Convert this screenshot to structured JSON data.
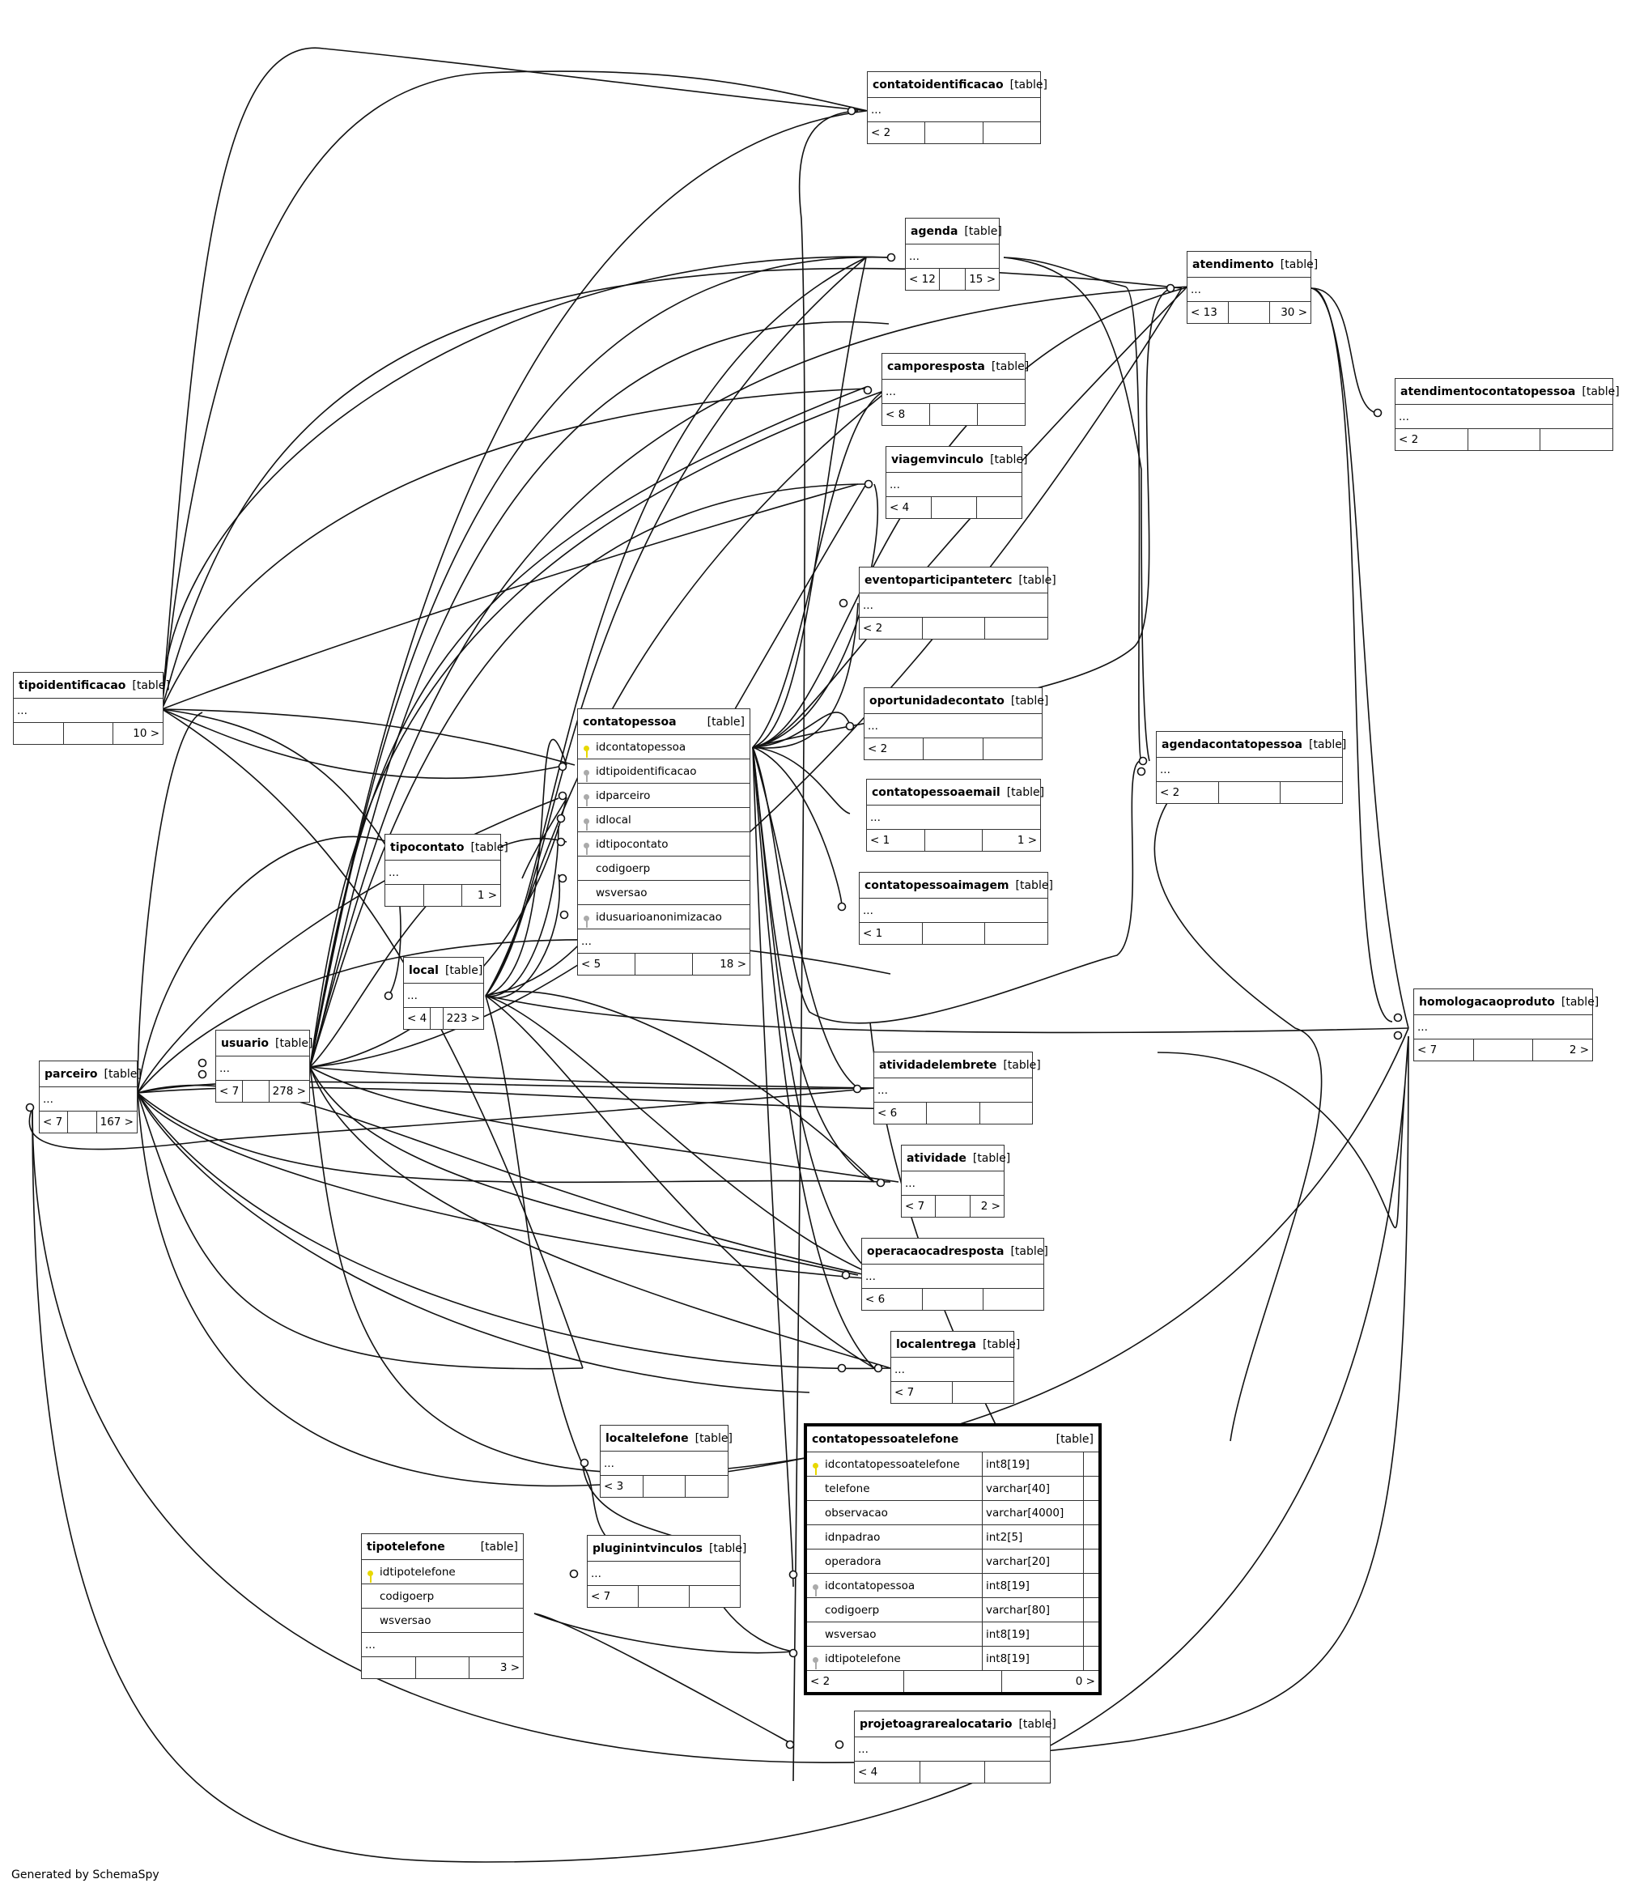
{
  "footer": "Generated by SchemaSpy",
  "tag": "[table]",
  "tables": {
    "contatoidentificacao": {
      "name": "contatoidentificacao",
      "ell": "...",
      "ft": [
        "< 2",
        "",
        ""
      ]
    },
    "agenda": {
      "name": "agenda",
      "ell": "...",
      "ft": [
        "< 12",
        "",
        "15 >"
      ]
    },
    "atendimento": {
      "name": "atendimento",
      "ell": "...",
      "ft": [
        "< 13",
        "",
        "30 >"
      ]
    },
    "camporesposta": {
      "name": "camporesposta",
      "ell": "...",
      "ft": [
        "< 8",
        "",
        ""
      ]
    },
    "viagemvinculo": {
      "name": "viagemvinculo",
      "ell": "...",
      "ft": [
        "< 4",
        "",
        ""
      ]
    },
    "atendimentocontatopessoa": {
      "name": "atendimentocontatopessoa",
      "ell": "...",
      "ft": [
        "< 2",
        "",
        ""
      ]
    },
    "eventoparticipanteterc": {
      "name": "eventoparticipanteterc",
      "ell": "...",
      "ft": [
        "< 2",
        "",
        ""
      ]
    },
    "tipoidentificacao": {
      "name": "tipoidentificacao",
      "ell": "...",
      "ft": [
        "",
        "",
        "10 >"
      ]
    },
    "oportunidadecontato": {
      "name": "oportunidadecontato",
      "ell": "...",
      "ft": [
        "< 2",
        "",
        ""
      ]
    },
    "agendacontatopessoa": {
      "name": "agendacontatopessoa",
      "ell": "...",
      "ft": [
        "< 2",
        "",
        ""
      ]
    },
    "contatopessoaemail": {
      "name": "contatopessoaemail",
      "ell": "...",
      "ft": [
        "< 1",
        "",
        "1 >"
      ]
    },
    "tipocontato": {
      "name": "tipocontato",
      "ell": "...",
      "ft": [
        "",
        "",
        "1 >"
      ]
    },
    "contatopessoaimagem": {
      "name": "contatopessoaimagem",
      "ell": "...",
      "ft": [
        "< 1",
        "",
        ""
      ]
    },
    "local": {
      "name": "local",
      "ell": "...",
      "ft": [
        "< 4",
        "",
        "223 >"
      ]
    },
    "homologacaoproduto": {
      "name": "homologacaoproduto",
      "ell": "...",
      "ft": [
        "< 7",
        "",
        "2 >"
      ]
    },
    "usuario": {
      "name": "usuario",
      "ell": "...",
      "ft": [
        "< 7",
        "",
        "278 >"
      ]
    },
    "parceiro": {
      "name": "parceiro",
      "ell": "...",
      "ft": [
        "< 7",
        "",
        "167 >"
      ]
    },
    "atividadelembrete": {
      "name": "atividadelembrete",
      "ell": "...",
      "ft": [
        "< 6",
        "",
        ""
      ]
    },
    "atividade": {
      "name": "atividade",
      "ell": "...",
      "ft": [
        "< 7",
        "",
        "2 >"
      ]
    },
    "operacaocadresposta": {
      "name": "operacaocadresposta",
      "ell": "...",
      "ft": [
        "< 6",
        "",
        ""
      ]
    },
    "localentrega": {
      "name": "localentrega",
      "ell": "...",
      "ft": [
        "< 7",
        ""
      ]
    },
    "localtelefone": {
      "name": "localtelefone",
      "ell": "...",
      "ft": [
        "< 3",
        "",
        ""
      ]
    },
    "pluginintvinculos": {
      "name": "pluginintvinculos",
      "ell": "...",
      "ft": [
        "< 7",
        "",
        ""
      ]
    },
    "projetoagrarealocatario": {
      "name": "projetoagrarealocatario",
      "ell": "...",
      "ft": [
        "< 4",
        "",
        ""
      ]
    },
    "contatopessoa": {
      "name": "contatopessoa",
      "cols": [
        "idcontatopessoa",
        "idtipoidentificacao",
        "idparceiro",
        "idlocal",
        "idtipocontato",
        "codigoerp",
        "wsversao",
        "idusuarioanonimizacao"
      ],
      "ell": "...",
      "ft": [
        "< 5",
        "",
        "18 >"
      ]
    },
    "tipotelefone": {
      "name": "tipotelefone",
      "cols": [
        "idtipotelefone",
        "codigoerp",
        "wsversao"
      ],
      "ell": "...",
      "ft": [
        "",
        "",
        "3 >"
      ]
    },
    "contatopessoatelefone": {
      "name": "contatopessoatelefone",
      "cols": [
        "idcontatopessoatelefone",
        "telefone",
        "observacao",
        "idnpadrao",
        "operadora",
        "idcontatopessoa",
        "codigoerp",
        "wsversao",
        "idtipotelefone"
      ],
      "types": [
        "int8[19]",
        "varchar[40]",
        "varchar[4000]",
        "int2[5]",
        "varchar[20]",
        "int8[19]",
        "varchar[80]",
        "int8[19]",
        "int8[19]"
      ],
      "ft": [
        "< 2",
        "",
        "0 >"
      ]
    }
  }
}
